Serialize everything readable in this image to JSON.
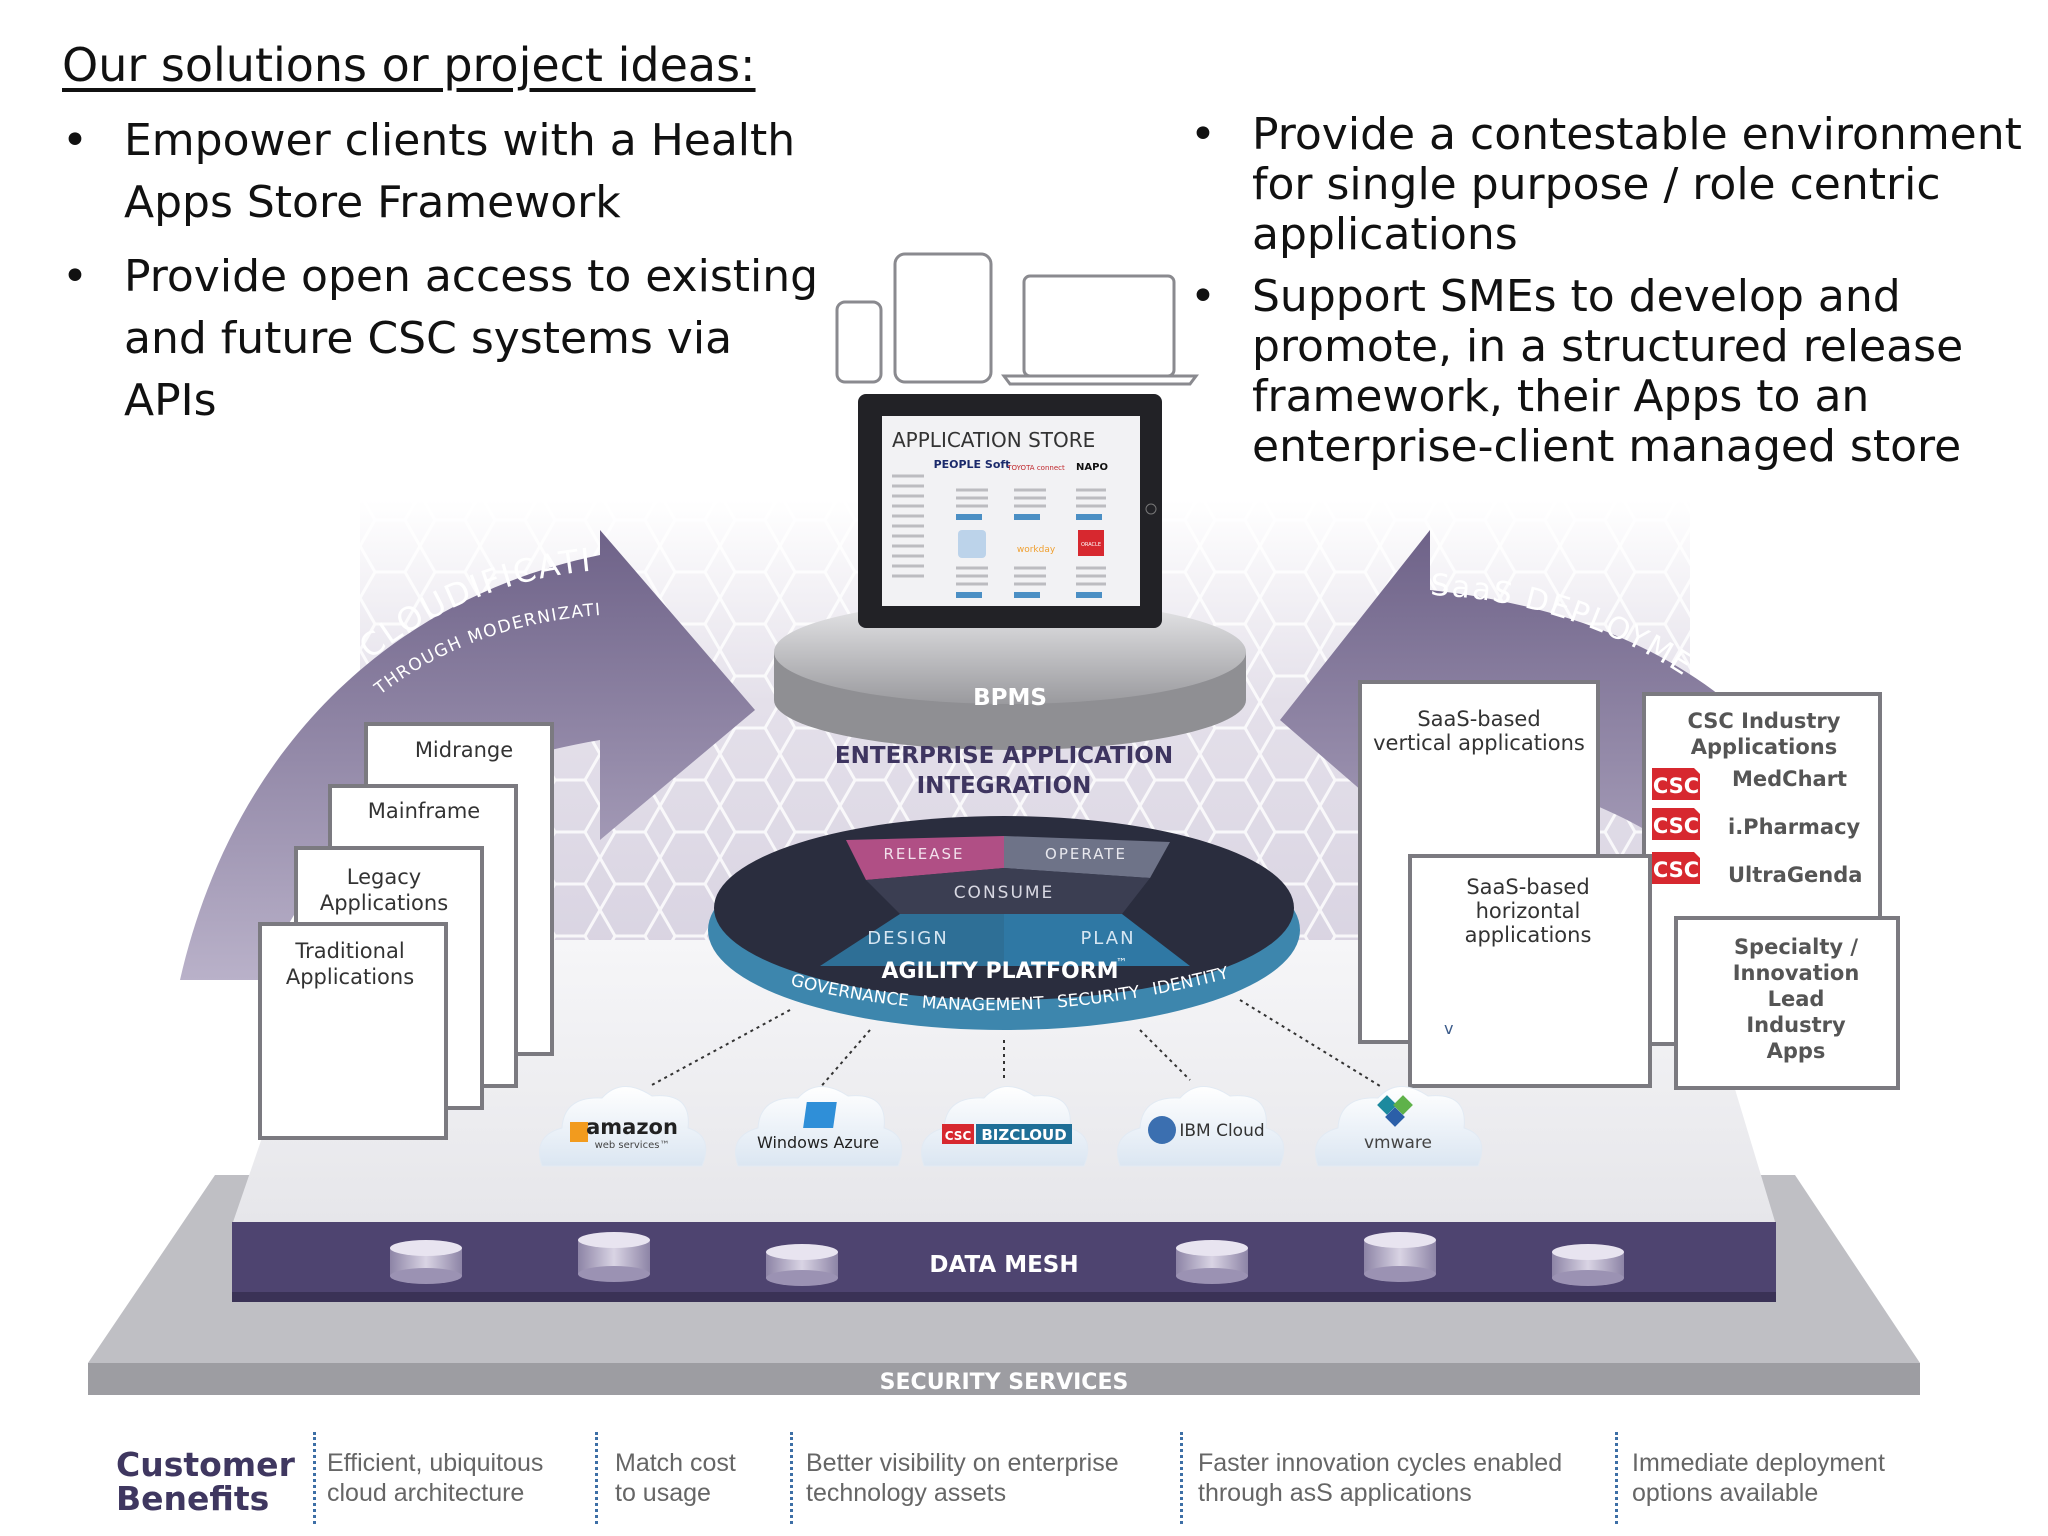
{
  "heading": "Our solutions or project ideas:",
  "bullets_left": [
    "Empower clients with a Health Apps Store Framework",
    "Provide open access to existing and future CSC systems via APIs"
  ],
  "bullets_right": [
    "Provide a contestable environment for single purpose / role centric applications",
    "Support SMEs to develop and promote, in a structured release framework, their Apps to an enterprise-client managed store"
  ],
  "diagram": {
    "app_store_title": "APPLICATION STORE",
    "app_store_logos": [
      "PEOPLE Soft",
      "TOYOTA connect",
      "NAPO",
      "workday",
      "ORACLE"
    ],
    "bpms": "BPMS",
    "eai_line1": "ENTERPRISE APPLICATION",
    "eai_line2": "INTEGRATION",
    "cloudification": "CLOUDIFICATION",
    "cloudification_sub": "THROUGH MODERNIZATION",
    "saas_deployment": "SaaS DEPLOYMENT",
    "left_cards": [
      {
        "lines": [
          "Midrange"
        ]
      },
      {
        "lines": [
          "Mainframe"
        ]
      },
      {
        "lines": [
          "Legacy",
          "Applications"
        ]
      },
      {
        "lines": [
          "Traditional",
          "Applications"
        ]
      }
    ],
    "saas_vertical": [
      "SaaS-based",
      "vertical applications"
    ],
    "saas_horizontal": [
      "SaaS-based",
      "horizontal",
      "applications"
    ],
    "saas_horizontal_mark": "v",
    "csc_card_title": [
      "CSC Industry",
      "Applications"
    ],
    "csc_badge": "CSC",
    "csc_apps": [
      "MedChart",
      "i.Pharmacy",
      "UltraGenda"
    ],
    "specialty": [
      "Specialty /",
      "Innovation",
      "Lead",
      "Industry",
      "Apps"
    ],
    "platform": {
      "segments": [
        "RELEASE",
        "OPERATE",
        "CONSUME",
        "DESIGN",
        "PLAN"
      ],
      "name": "AGILITY PLATFORM",
      "tm": "™",
      "ring": [
        "GOVERNANCE",
        "MANAGEMENT",
        "SECURITY",
        "IDENTITY"
      ]
    },
    "clouds": [
      {
        "name": "amazon",
        "sub": "web services™"
      },
      {
        "name": "Windows Azure"
      },
      {
        "name": "BIZCLOUD",
        "badge": "CSC"
      },
      {
        "name": "IBM Cloud"
      },
      {
        "name": "vmware"
      }
    ],
    "data_mesh": "DATA MESH",
    "security_services": "SECURITY SERVICES"
  },
  "benefits": {
    "title_line1": "Customer",
    "title_line2": "Benefits",
    "items": [
      [
        "Efficient, ubiquitous",
        "cloud architecture"
      ],
      [
        "Match cost",
        "to usage"
      ],
      [
        "Better visibility on enterprise",
        "technology assets"
      ],
      [
        "Faster innovation cycles enabled",
        "through asS applications"
      ],
      [
        "Immediate deployment",
        "options available"
      ]
    ]
  },
  "colors": {
    "purple_dark": "#4a3f68",
    "purple_mid": "#7a6d92",
    "purple_light": "#cfc9da",
    "teal": "#3b7fa8",
    "pink": "#c45a8e",
    "csc_red": "#d7282f",
    "gray_platform": "#b4b4b8"
  }
}
